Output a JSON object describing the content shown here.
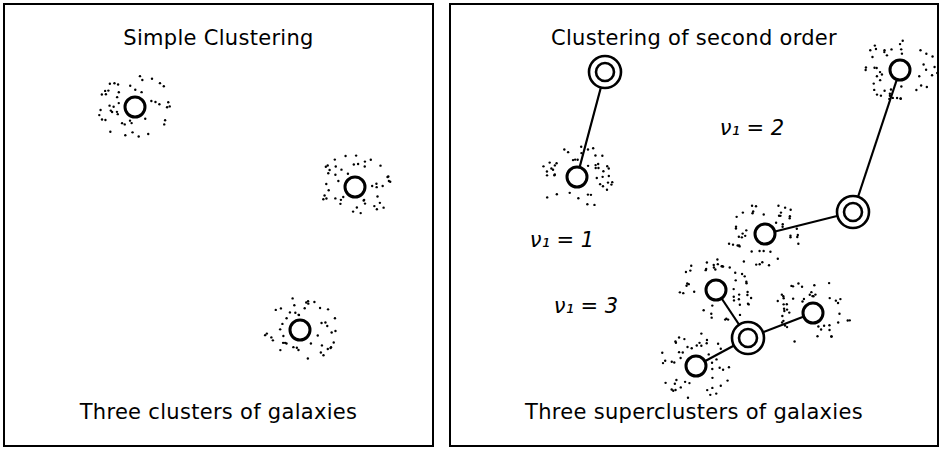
{
  "diagram": {
    "nodes": [
      {
        "text": [
          "Simple Clustering",
          "Three clusters of galaxies"
        ]
      },
      {
        "text": [
          "Clustering of second order",
          "Three superclusters of galaxies"
        ]
      }
    ],
    "labels": [
      "ν₁ = 1",
      "ν₁ = 2",
      "ν₁ = 3"
    ]
  }
}
